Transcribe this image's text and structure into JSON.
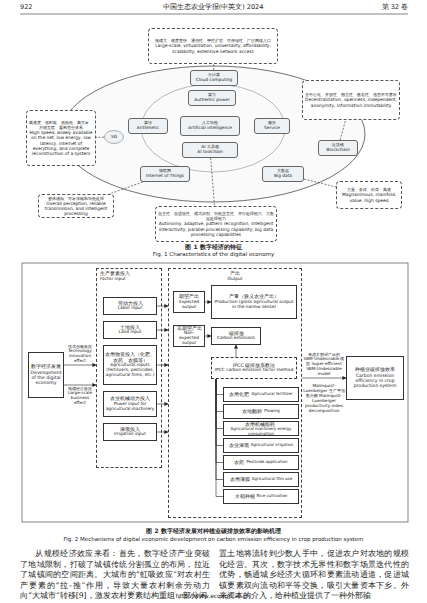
{
  "diagram": {
    "nodes": [
      {
        "text": [
          "云计算",
          "Cloud computing"
        ]
      },
      {
        "text": [
          "算力",
          "Authentic power"
        ]
      },
      {
        "text": [
          "算法",
          "Arithmetic"
        ]
      },
      {
        "text": [
          "人工智能",
          "Artificial intelligence"
        ]
      },
      {
        "text": [
          "服务",
          "Service"
        ]
      },
      {
        "text": [
          "AI 工具箱",
          "AI toolchain"
        ]
      },
      {
        "text": [
          "5G"
        ]
      },
      {
        "text": [
          "区块链",
          "Blockchain"
        ]
      },
      {
        "text": [
          "物联网",
          "Internet of Things"
        ]
      },
      {
        "text": [
          "大数据",
          "Big data"
        ]
      },
      {
        "text": [
          "规模大、速度更快、通用性、弹性扩容、可伸缩性、广泛网络入口",
          "Large-scale, virtualization, universality, affordability, scalability, extensive network access"
        ]
      },
      {
        "text": [
          "高速度、低时延、低能耗、高可靠、万物互联、重构完全体系",
          "High speed, widely available on the net, low energy, low latency, internet of everything, and complete reconstruction of a system"
        ]
      },
      {
        "text": [
          "去中心化、开放性、独立性、匿名性、信息不可篡改",
          "Decentralization, openness, independent, anonymity, information immutability"
        ]
      },
      {
        "text": [
          "整体感知、可靠传输和智能处理",
          "Overall perception, reliable transmission, and intelligent processing"
        ]
      },
      {
        "text": [
          "自主性、自适应性、模式识别、智能交互性、并行处理能力、大数据处理能力",
          "Autonomy, adaptive, pattern recognition, intelligent interactivity, parallel processing capability, big data processing capabilities"
        ]
      },
      {
        "text": [
          "大量、多样、价值、高速",
          "Magnanimous, manifold, value, high speed"
        ]
      },
      {
        "text": [
          "数字经济发展",
          "Development of the digital economy"
        ]
      },
      {
        "text": [
          "生产要素投入",
          "Factor input"
        ]
      },
      {
        "text": [
          "劳动力投入",
          "Labor input"
        ],
        "in": 17
      },
      {
        "text": [
          "土地投入",
          "Land input"
        ],
        "in": 17
      },
      {
        "text": [
          "农用物资投入（化肥、农药、农膜等）",
          "Agricultural inputs (fertilizers, pesticides, agricultural films, etc.)"
        ],
        "in": 17
      },
      {
        "text": [
          "农业机械动力投入",
          "Power input for agricultural machinery"
        ],
        "in": 17
      },
      {
        "text": [
          "灌溉投入",
          "Irrigation input"
        ],
        "in": 17
      },
      {
        "text": [
          "产出",
          "Output"
        ]
      },
      {
        "text": [
          "期望产出",
          "Expected output"
        ],
        "in": 23
      },
      {
        "text": [
          "产量（狭义农业产出）",
          "Production (gross agricultural output in the narrow sense)"
        ],
        "in": 23
      },
      {
        "text": [
          "非期望产出",
          "Non-expected output"
        ],
        "in": 23
      },
      {
        "text": [
          "碳排放",
          "Carbon emissions"
        ],
        "in": 23
      },
      {
        "text": [
          "IPCC 碳排放系数法",
          "IPCC carbon emission factor method"
        ],
        "in": 23
      },
      {
        "text": [
          "农用化肥",
          "Agricultural fertilizer"
        ],
        "in": 23
      },
      {
        "text": [
          "农地翻耕",
          "Plowing"
        ],
        "in": 23
      },
      {
        "text": [
          "农用机械能耗",
          "Agricultural machinery energy consumption"
        ],
        "in": 23
      },
      {
        "text": [
          "农业灌溉",
          "Agricultural irrigation"
        ],
        "in": 23
      },
      {
        "text": [
          "农药",
          "Pesticide application"
        ],
        "in": 23
      },
      {
        "text": [
          "农用薄膜",
          "Agricultural film use"
        ],
        "in": 23
      },
      {
        "text": [
          "水稻种植",
          "Rice cultivation"
        ],
        "in": 23
      },
      {
        "text": [
          "种植业碳排放效率",
          "Carbon emission efficiency in crop production system"
        ]
      }
    ],
    "edges": [
      {
        "from": 0,
        "to": 10,
        "arrow": "none"
      },
      {
        "from": 6,
        "to": 11,
        "arrow": "none"
      },
      {
        "from": 7,
        "to": 12,
        "arrow": "none"
      },
      {
        "from": 8,
        "to": 13,
        "arrow": "none"
      },
      {
        "from": 5,
        "to": 14,
        "arrow": "none"
      },
      {
        "from": 9,
        "to": 15,
        "arrow": "none"
      },
      {
        "from": 16,
        "to": 17,
        "arrow": "to",
        "label": "技术创新效应 Technology innovation effect"
      },
      {
        "from": 16,
        "to": 17,
        "arrow": "to",
        "label": "规模经济效应 Large-scale business effect"
      },
      {
        "from": 18,
        "to": 23,
        "arrow": "to"
      },
      {
        "from": 19,
        "to": 23,
        "arrow": "to"
      },
      {
        "from": 20,
        "to": 23,
        "arrow": "to"
      },
      {
        "from": 21,
        "to": 23,
        "arrow": "to"
      },
      {
        "from": 22,
        "to": 23,
        "arrow": "to"
      },
      {
        "from": 24,
        "to": 25,
        "arrow": "to"
      },
      {
        "from": 26,
        "to": 27,
        "arrow": "to"
      },
      {
        "from": 28,
        "to": 27,
        "arrow": "to"
      },
      {
        "from": 29,
        "to": 28,
        "arrow": "none"
      },
      {
        "from": 30,
        "to": 28,
        "arrow": "none"
      },
      {
        "from": 31,
        "to": 28,
        "arrow": "none"
      },
      {
        "from": 32,
        "to": 28,
        "arrow": "none"
      },
      {
        "from": 33,
        "to": 28,
        "arrow": "none"
      },
      {
        "from": 34,
        "to": 28,
        "arrow": "none"
      },
      {
        "from": 35,
        "to": 28,
        "arrow": "none"
      },
      {
        "from": 23,
        "to": 36,
        "arrow": "to",
        "label": "考虑非期望产出的 SBM-Undesirable 模型 Super-efficient SBM-Undesirable model"
      }
    ],
    "labels": [
      "922",
      "中国生态农业学报(中英文) 2024",
      "第 32 卷",
      "图 1 数字经济的特征",
      "Fig. 1 Characteristics of the digital economy",
      "Malmquist-Luenberger 生产率指数分解 Malmquist-Luenberger productivity index decomposition",
      "图 2 数字经济发展对种植业碳排放效率的影响机理",
      "Fig. 2 Mechanisms of digital economic development on carbon emission efficiency in crop production system",
      "从规模经济效应来看：首先，数字经济产业突破了地域限制，打破了城镇传统分割孤立的布局，拉近了城镇间的空间距离。大城市的“虹吸效应”对农村生产要素的“拉-推”作用，导致大量农村剩余劳动力向“大城市”转移[9]，激发农村要素结构重组，部分闲",
      "置土地将流转到少数人手中，促进农户对农地的规模化经营。其次，数字技术无界性和数字场景迭代性的优势，畅通城乡经济大循环和要素流动通道，促进城镇要素双向流动和平等交换，吸引大量资本下乡。外来资本的介入，给种植业提供了一种外部输",
      "http://www.ecoagri.ac.cn"
    ]
  }
}
